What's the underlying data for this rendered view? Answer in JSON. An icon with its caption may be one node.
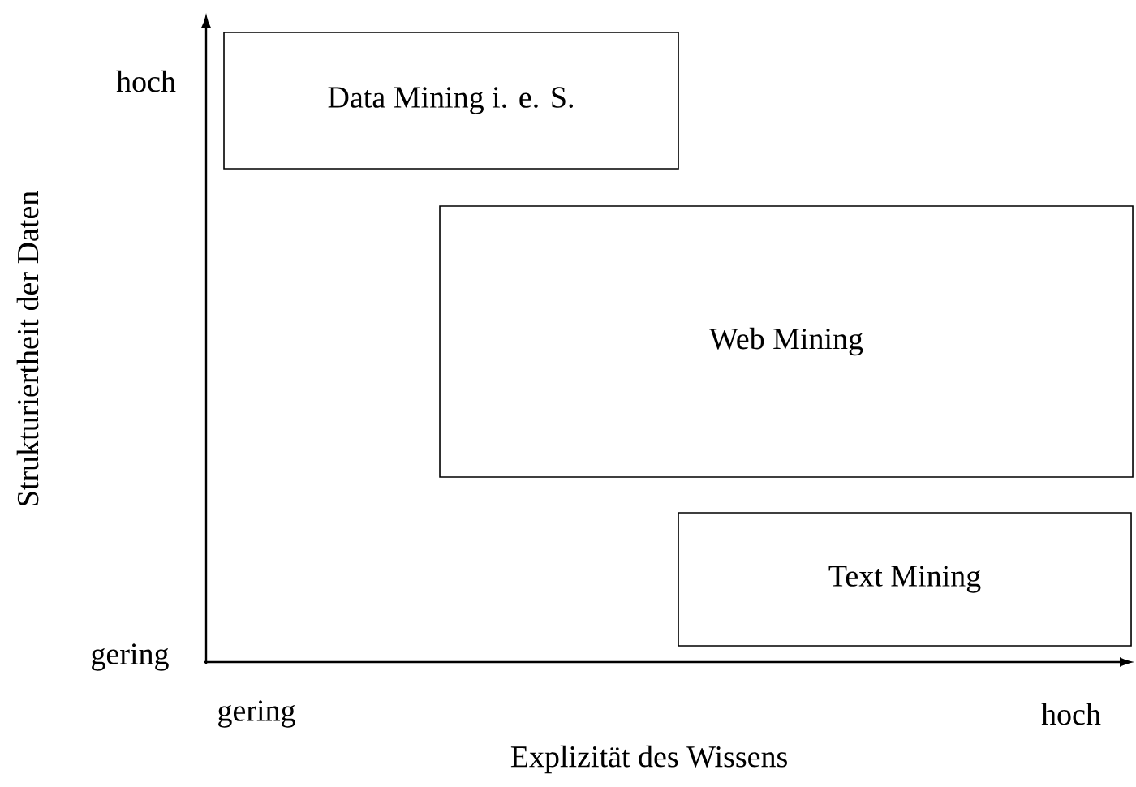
{
  "diagram": {
    "nodes": [
      {
        "text": [
          "Data Mining i. e. S."
        ]
      },
      {
        "text": [
          "Web Mining"
        ]
      },
      {
        "text": [
          "Text Mining"
        ]
      }
    ],
    "labels": [
      "hoch",
      "Strukturiertheit der Daten",
      "gering",
      "gering",
      "hoch",
      "Explizität des Wissens"
    ]
  }
}
